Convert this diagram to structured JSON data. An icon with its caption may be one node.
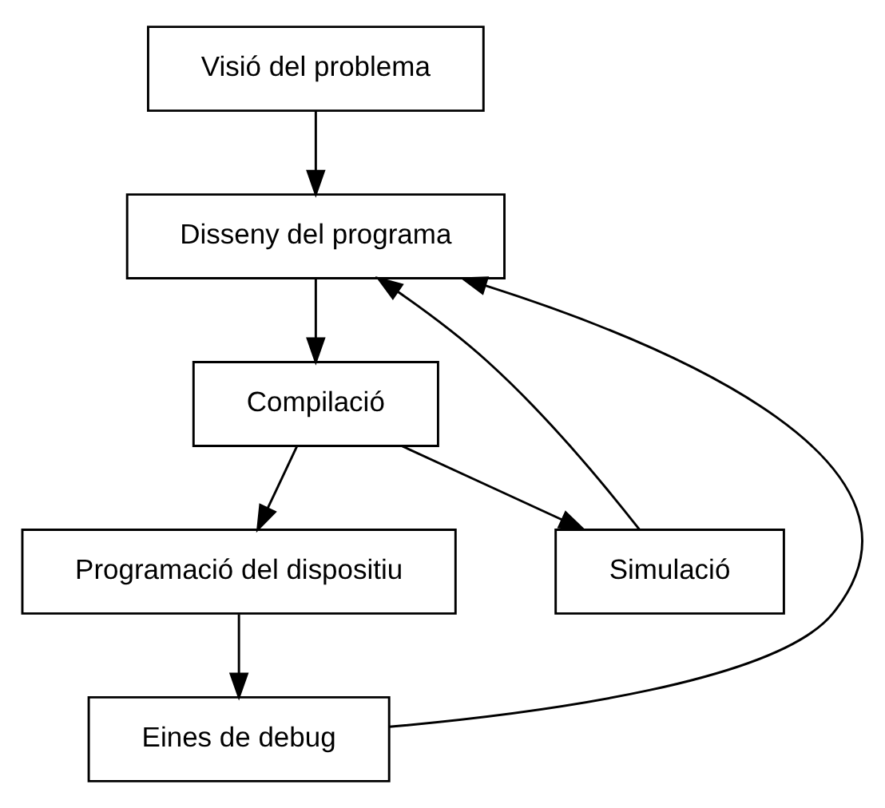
{
  "diagram": {
    "nodes": [
      {
        "text": [
          "Visió del problema"
        ]
      },
      {
        "text": [
          "Disseny del programa"
        ]
      },
      {
        "text": [
          "Compilació"
        ]
      },
      {
        "text": [
          "Programació del dispositiu"
        ]
      },
      {
        "text": [
          "Simulació"
        ]
      },
      {
        "text": [
          "Eines de debug"
        ]
      }
    ],
    "edges": [
      {
        "from": 0,
        "to": 1,
        "arrow": "to"
      },
      {
        "from": 1,
        "to": 2,
        "arrow": "to"
      },
      {
        "from": 2,
        "to": 3,
        "arrow": "to"
      },
      {
        "from": 2,
        "to": 4,
        "arrow": "to"
      },
      {
        "from": 3,
        "to": 5,
        "arrow": "to"
      },
      {
        "from": 5,
        "to": 1,
        "arrow": "to"
      },
      {
        "from": 4,
        "to": 1,
        "arrow": "to"
      }
    ]
  }
}
